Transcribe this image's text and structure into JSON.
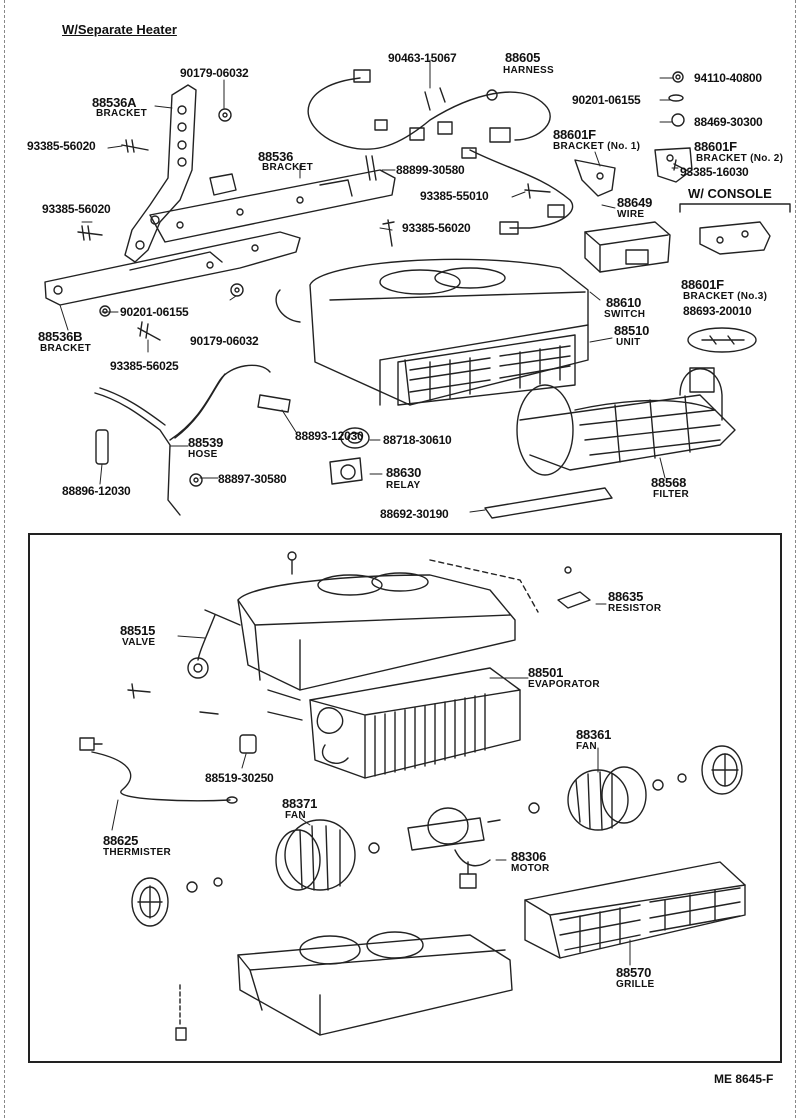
{
  "caption_top": "W/Separate Heater",
  "console_label": "W/ CONSOLE",
  "footer_code": "ME  8645-F",
  "parts": {
    "p88536A": {
      "num": "88536A",
      "name": "BRACKET"
    },
    "p90179a": {
      "num": "90179-06032"
    },
    "p90463": {
      "num": "90463-15067"
    },
    "p88605": {
      "num": "88605",
      "name": "HARNESS"
    },
    "p94110": {
      "num": "94110-40800"
    },
    "p90201a": {
      "num": "90201-06155"
    },
    "p88469": {
      "num": "88469-30300"
    },
    "p93385_56020a": {
      "num": "93385-56020"
    },
    "p88536": {
      "num": "88536",
      "name": "BRACKET"
    },
    "p88899": {
      "num": "88899-30580"
    },
    "p88601F1": {
      "num": "88601F",
      "name": "BRACKET (No. 1)"
    },
    "p88601F2": {
      "num": "88601F",
      "name": "BRACKET (No. 2)"
    },
    "p93385_16030": {
      "num": "93385-16030"
    },
    "p93385_55010": {
      "num": "93385-55010"
    },
    "p88649": {
      "num": "88649",
      "name": "WIRE"
    },
    "p93385_56020b": {
      "num": "93385-56020"
    },
    "p93385_56020c": {
      "num": "93385-56020"
    },
    "p88601F3": {
      "num": "88601F",
      "name": "BRACKET (No.3)"
    },
    "p88693": {
      "num": "88693-20010"
    },
    "p88536B": {
      "num": "88536B",
      "name": "BRACKET"
    },
    "p90201b": {
      "num": "90201-06155"
    },
    "p90179b": {
      "num": "90179-06032"
    },
    "p88610": {
      "num": "88610",
      "name": "SWITCH"
    },
    "p88510": {
      "num": "88510",
      "name": "UNIT"
    },
    "p93385_56025": {
      "num": "93385-56025"
    },
    "p88893": {
      "num": "88893-12030"
    },
    "p88718": {
      "num": "88718-30610"
    },
    "p88539": {
      "num": "88539",
      "name": "HOSE"
    },
    "p88897": {
      "num": "88897-30580"
    },
    "p88630": {
      "num": "88630",
      "name": "RELAY"
    },
    "p88568": {
      "num": "88568",
      "name": "FILTER"
    },
    "p88896": {
      "num": "88896-12030"
    },
    "p88692": {
      "num": "88692-30190"
    },
    "p88635": {
      "num": "88635",
      "name": "RESISTOR"
    },
    "p88515": {
      "num": "88515",
      "name": "VALVE"
    },
    "p88501": {
      "num": "88501",
      "name": "EVAPORATOR"
    },
    "p88361": {
      "num": "88361",
      "name": "FAN"
    },
    "p88519": {
      "num": "88519-30250"
    },
    "p88371": {
      "num": "88371",
      "name": "FAN"
    },
    "p88625": {
      "num": "88625",
      "name": "THERMISTER"
    },
    "p88306": {
      "num": "88306",
      "name": "MOTOR"
    },
    "p88570": {
      "num": "88570",
      "name": "GRILLE"
    }
  }
}
